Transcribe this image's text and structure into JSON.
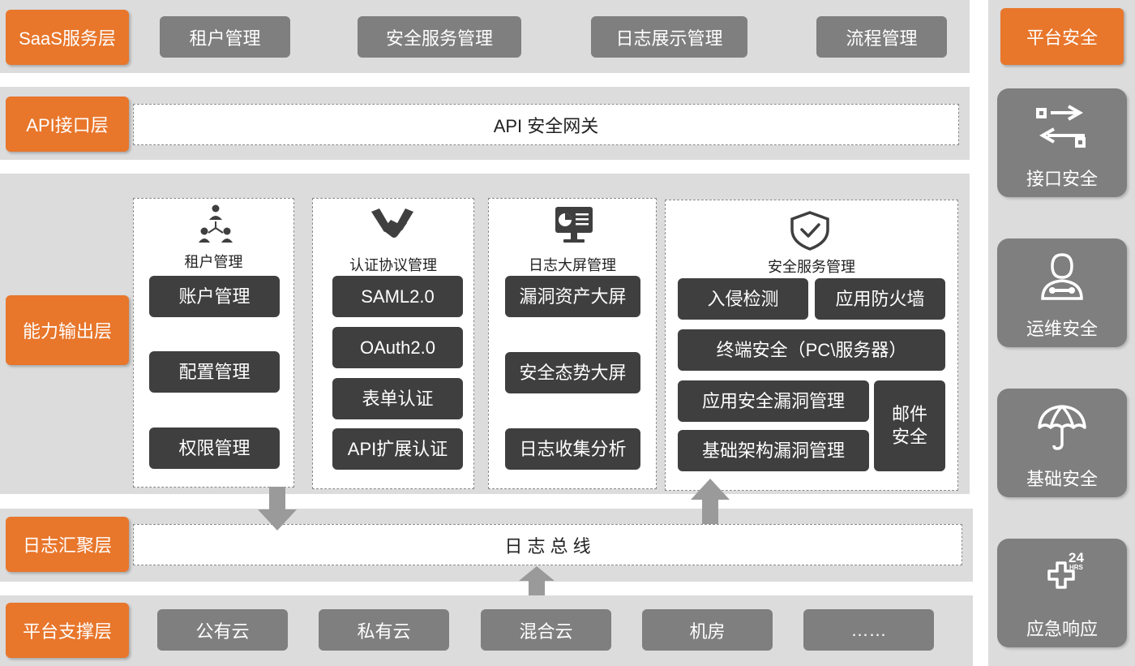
{
  "layers": {
    "saas": "SaaS服务层",
    "api": "API接口层",
    "capability": "能力输出层",
    "log": "日志汇聚层",
    "platform": "平台支撑层"
  },
  "saas_items": [
    "租户管理",
    "安全服务管理",
    "日志展示管理",
    "流程管理"
  ],
  "api_gateway": "API 安全网关",
  "log_bus": "日 志 总 线",
  "platform_items": [
    "公有云",
    "私有云",
    "混合云",
    "机房",
    "……"
  ],
  "panels": {
    "tenant": {
      "title": "租户管理",
      "icon": "org-chart-icon",
      "items": [
        "账户管理",
        "配置管理",
        "权限管理"
      ]
    },
    "auth": {
      "title": "认证协议管理",
      "icon": "handshake-icon",
      "items": [
        "SAML2.0",
        "OAuth2.0",
        "表单认证",
        "API扩展认证"
      ]
    },
    "log_screen": {
      "title": "日志大屏管理",
      "icon": "monitor-chart-icon",
      "items": [
        "漏洞资产大屏",
        "安全态势大屏",
        "日志收集分析"
      ]
    },
    "security_service": {
      "title": "安全服务管理",
      "icon": "shield-check-icon",
      "items": {
        "intrusion": "入侵检测",
        "waf": "应用防火墙",
        "endpoint": "终端安全（PC\\服务器）",
        "app_vuln": "应用安全漏洞管理",
        "infra_vuln": "基础架构漏洞管理",
        "mail_line1": "邮件",
        "mail_line2": "安全"
      }
    }
  },
  "right_column": {
    "header": "平台安全",
    "cards": [
      {
        "label": "接口安全",
        "icon": "interface-arrows-icon"
      },
      {
        "label": "运维安全",
        "icon": "ops-engineer-icon"
      },
      {
        "label": "基础安全",
        "icon": "umbrella-icon"
      },
      {
        "label": "应急响应",
        "icon": "emergency-24hrs-icon",
        "badge_top": "24",
        "badge_bottom": "HRS"
      }
    ]
  },
  "colors": {
    "accent": "#e8762b",
    "band": "#dcdcdc",
    "pill": "#7f7f7f",
    "item": "#3f3f3f"
  }
}
